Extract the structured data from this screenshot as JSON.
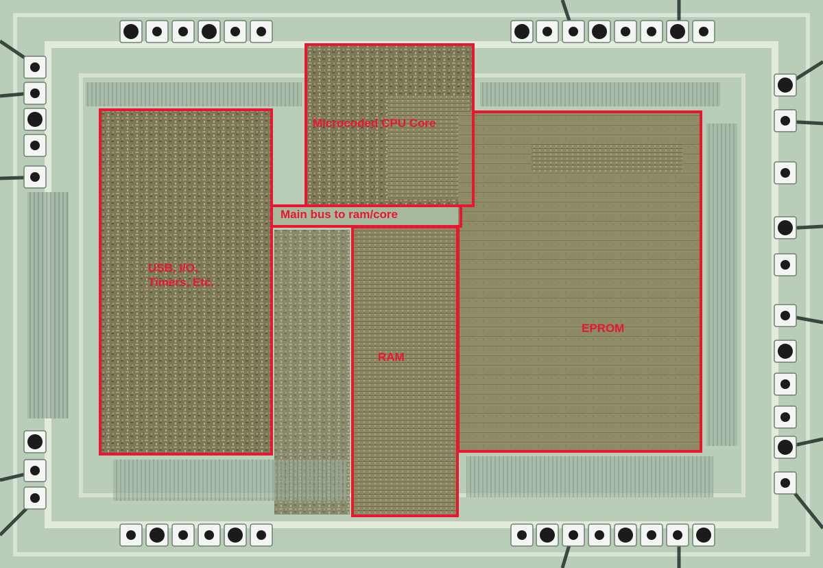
{
  "colors": {
    "region_outline": "#e8162f",
    "label_text": "#e8162f",
    "die_background": "#b9cdb9",
    "logic_fill": "#7f7a5a",
    "memory_fill": "#8f8a66",
    "bond_pad": "#f2f5f2",
    "contact_dot": "#1b1b1b",
    "bond_wire": "#223028"
  },
  "regions": [
    {
      "id": "usb-io",
      "label_lines": [
        "USB, I/O,",
        "Timers, Etc."
      ]
    },
    {
      "id": "cpu-core",
      "label_lines": [
        "Microcoded CPU Core"
      ]
    },
    {
      "id": "main-bus",
      "label_lines": [
        "Main bus to ram/core"
      ]
    },
    {
      "id": "ram",
      "label_lines": [
        "RAM"
      ]
    },
    {
      "id": "eprom",
      "label_lines": [
        "EPROM"
      ]
    }
  ]
}
